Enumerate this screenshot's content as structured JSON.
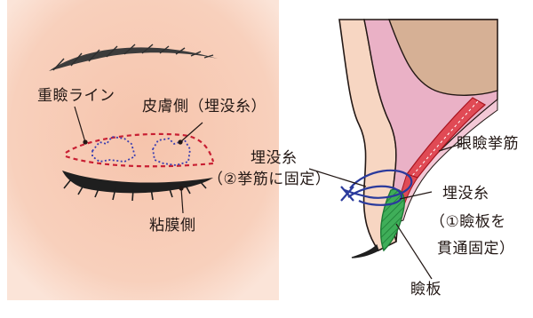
{
  "labels": {
    "eyelid_crease": "重瞼ライン",
    "skin_side": "皮膚側（埋没糸）",
    "mucosa_side": "粘膜側",
    "buried_thread_left_1": "埋没糸",
    "buried_thread_left_2": "（②挙筋に固定）",
    "levator": "眼瞼挙筋",
    "buried_thread_right_1": "埋没糸",
    "buried_thread_right_2": "（①瞼板を",
    "buried_thread_right_3": "貫通固定）",
    "tarsus": "瞼板"
  },
  "colors": {
    "skin_panel": "#f8cdb7",
    "skin_panel_edge": "#fbe3d6",
    "eyebrow": "#3a3a3a",
    "crease_dash": "#c81e32",
    "thread_blue": "#2a3a9c",
    "section_pink": "#e9a9c0",
    "section_outer": "#f7d9c6",
    "bone_tan": "#d9b59a",
    "levator_red": "#cc2233",
    "tarsus_green": "#2ea04a",
    "text": "#231815"
  }
}
